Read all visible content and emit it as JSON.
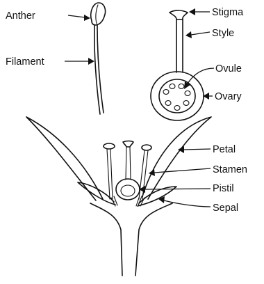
{
  "labels": {
    "anther": "Anther",
    "filament": "Filament",
    "stigma": "Stigma",
    "style": "Style",
    "ovule": "Ovule",
    "ovary": "Ovary",
    "petal": "Petal",
    "stamen": "Stamen",
    "pistil": "Pistil",
    "sepal": "Sepal"
  },
  "colors": {
    "ink": "#111111",
    "background": "#ffffff"
  }
}
